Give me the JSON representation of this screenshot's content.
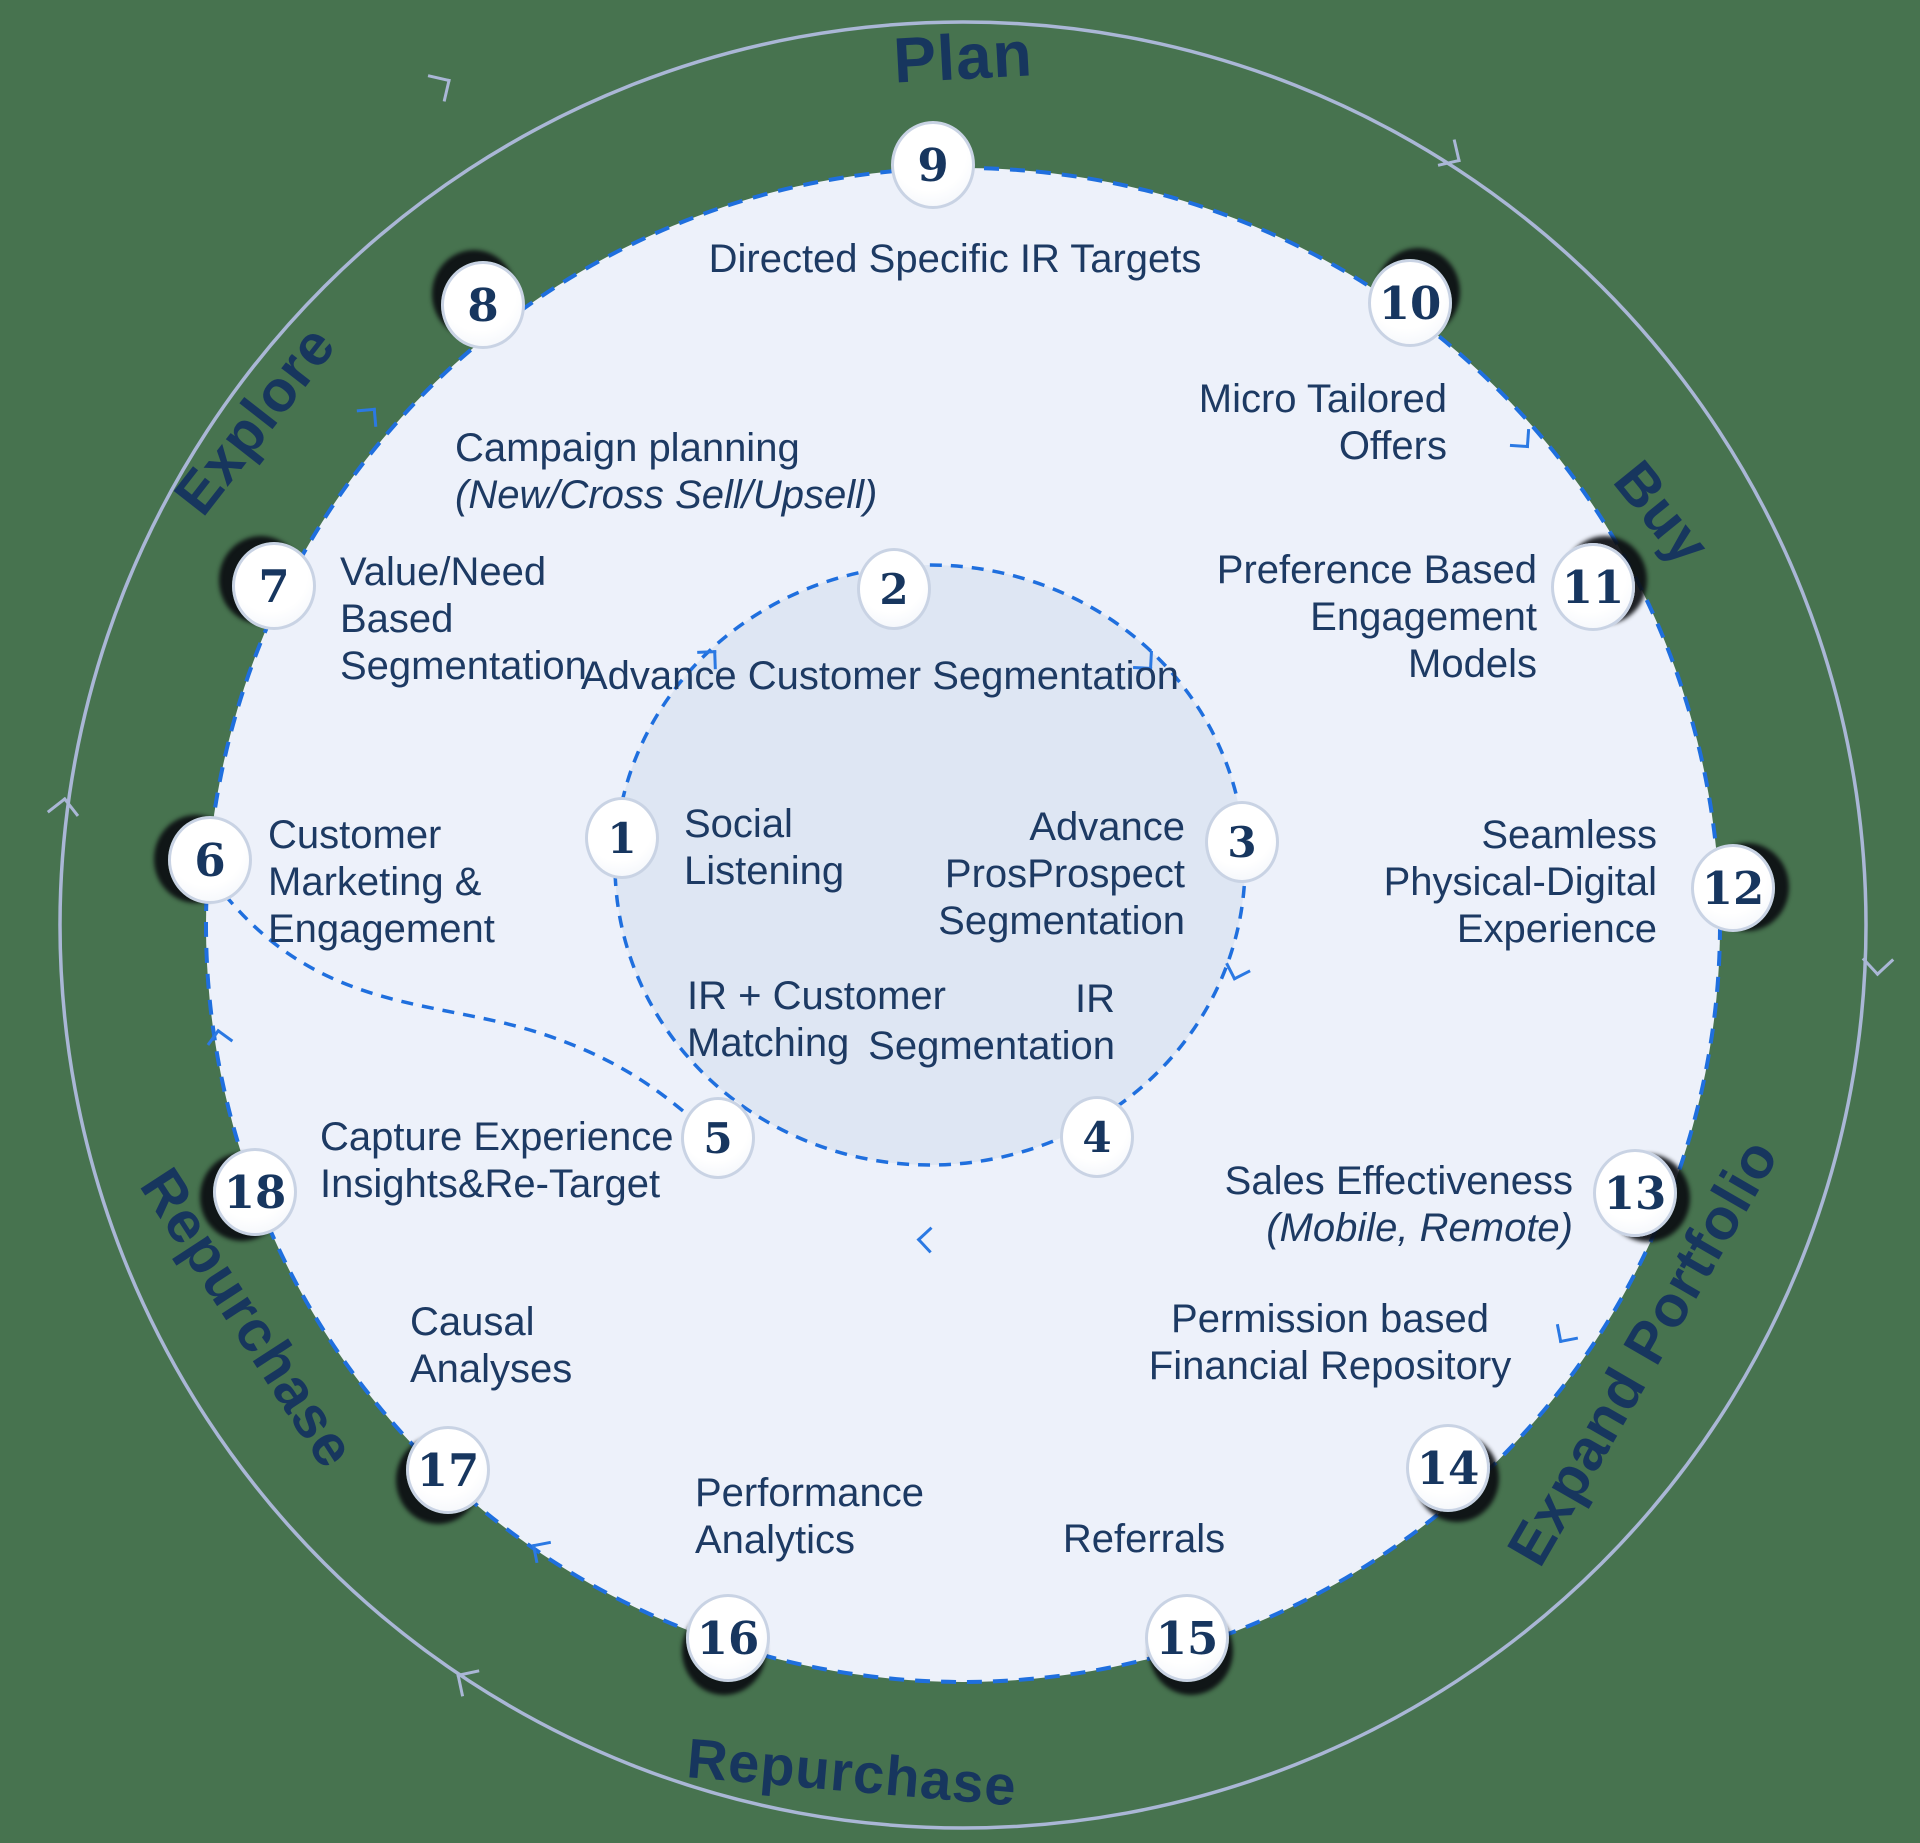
{
  "colors": {
    "bg": "#47734F",
    "circle_fill": "#edf1fa",
    "inner_fill": "#dee6f3",
    "dash_blue": "#1f6fde",
    "ring_gray": "#aab7d6",
    "text": "#1d3a63",
    "stage_text": "#17365e",
    "badge_border": "#c9d3e4",
    "badge_num": "#17365f"
  },
  "stages": {
    "plan": "Plan",
    "explore": "Explore",
    "buy": "Buy",
    "expand": "Expand Portfolio",
    "repurchase_left": "Repurchase",
    "repurchase_bottom": "Repurchase"
  },
  "inner_items": [
    {
      "num": "1",
      "label": "Social\nListening"
    },
    {
      "num": "2",
      "label": "Advance Customer\nSegmentation"
    },
    {
      "num": "3",
      "label": "Advance\nProsProspect\nSegmentation"
    },
    {
      "num": "4",
      "label": "IR\nSegmentation"
    },
    {
      "num": "5",
      "label": "IR + Customer\nMatching"
    }
  ],
  "outer_items": [
    {
      "num": "6",
      "label": "Customer\nMarketing &\nEngagement"
    },
    {
      "num": "7",
      "label": "Value/Need\nBased\nSegmentation"
    },
    {
      "num": "8",
      "label": "Campaign planning",
      "note": "(New/Cross Sell/Upsell)"
    },
    {
      "num": "9",
      "label": "Directed Specific IR Targets"
    },
    {
      "num": "10",
      "label": "Micro Tailored\nOffers"
    },
    {
      "num": "11",
      "label": "Preference Based\nEngagement\nModels"
    },
    {
      "num": "12",
      "label": "Seamless\nPhysical-Digital\nExperience"
    },
    {
      "num": "13",
      "label": "Sales Effectiveness",
      "note": "(Mobile, Remote)"
    },
    {
      "num": "14",
      "label": "Permission based\nFinancial Repository"
    },
    {
      "num": "15",
      "label": "Referrals"
    },
    {
      "num": "16",
      "label": "Performance\nAnalytics"
    },
    {
      "num": "17",
      "label": "Causal\nAnalyses"
    },
    {
      "num": "18",
      "label": "Capture Experience\nInsights&Re-Target"
    }
  ]
}
